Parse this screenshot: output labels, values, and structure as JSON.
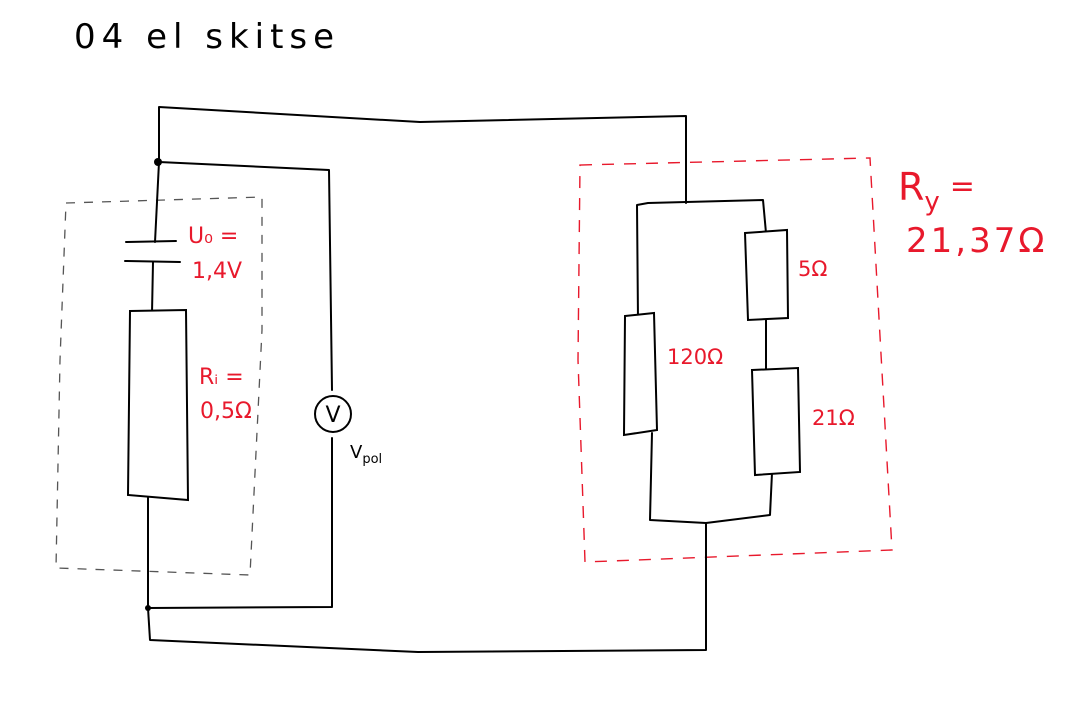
{
  "title": "04 el skitse",
  "colors": {
    "ink": "#000000",
    "annotation": "#e8192c",
    "dashed_box": "#555555"
  },
  "source": {
    "u0_label": "U₀ =",
    "u0_value": "1,4V",
    "ri_label": "Rᵢ =",
    "ri_value": "0,5Ω"
  },
  "voltmeter": {
    "symbol": "V",
    "label": "V",
    "label_sub": "pol"
  },
  "load": {
    "ry_label": "R",
    "ry_sub": "y",
    "ry_eq": "=",
    "ry_value": "21,37Ω",
    "r1": "120Ω",
    "r2": "5Ω",
    "r3": "21Ω"
  }
}
